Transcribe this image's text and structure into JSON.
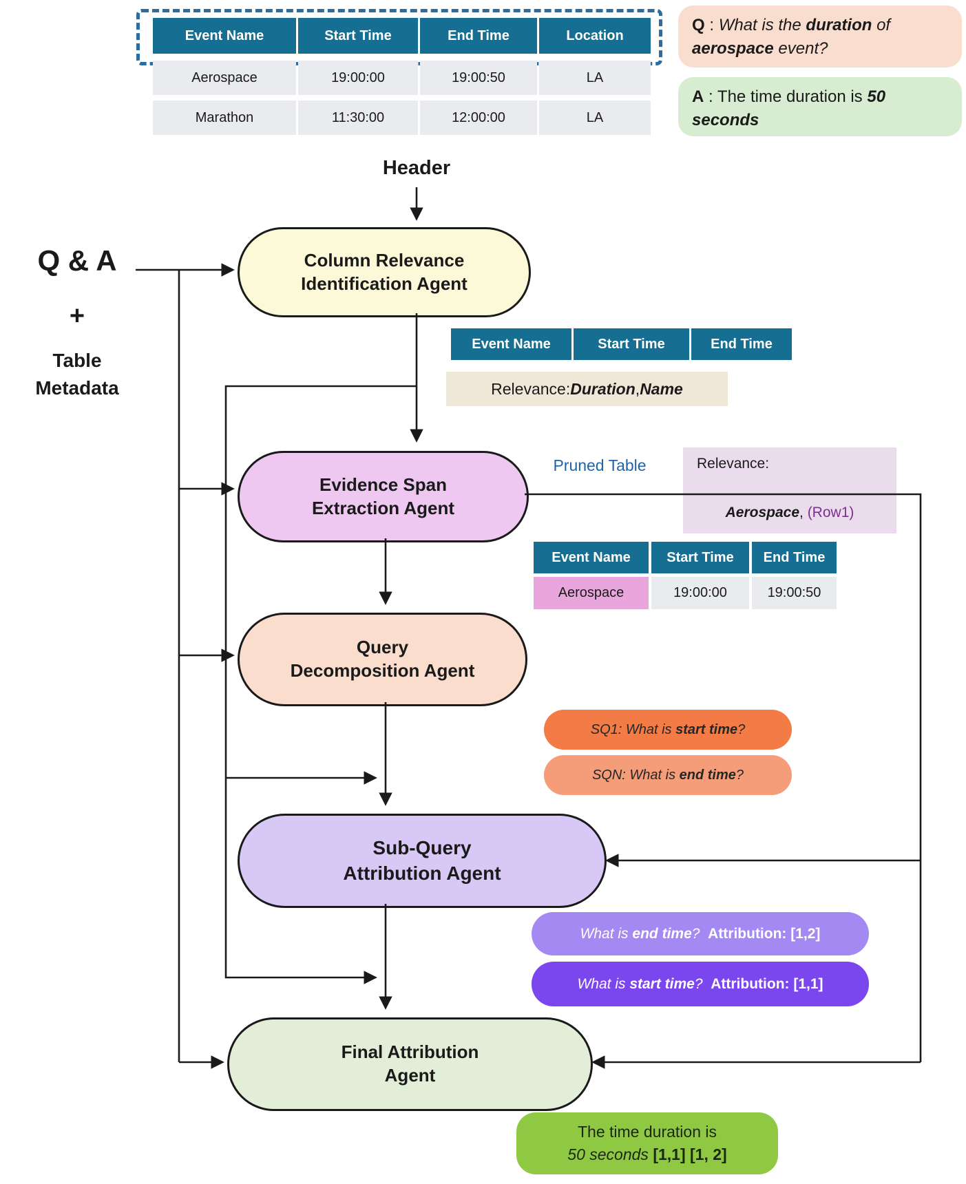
{
  "colors": {
    "table_header": "#176E93",
    "table_cell": "#E9EBEE",
    "dashed_outline": "#2C6DA1",
    "question_bubble": "#F9DED0",
    "answer_bubble": "#D8ECD2",
    "column_agent": "#FCF9D8",
    "evidence_agent": "#EFC8F2",
    "query_agent": "#FADDCD",
    "subquery_agent": "#D7C8F6",
    "final_agent": "#E2EED8",
    "relevance_tan": "#EFE8D9",
    "relevance_purple": "#EADCEC",
    "pruned_row_highlight": "#E9A6DC",
    "sq1_pill": "#F37B45",
    "sqn_pill": "#F59C78",
    "attr_pill_light": "#A489F2",
    "attr_pill_dark": "#7C46EE",
    "result_green": "#8FC843",
    "pruned_table_label": "#2065A8",
    "row_ref": "#7B2F8E"
  },
  "input_table": {
    "headers": [
      "Event Name",
      "Start Time",
      "End Time",
      "Location"
    ],
    "rows": [
      [
        "Aerospace",
        "19:00:00",
        "19:00:50",
        "LA"
      ],
      [
        "Marathon",
        "11:30:00",
        "12:00:00",
        "LA"
      ]
    ]
  },
  "question": {
    "label": "Q",
    "sep": " : ",
    "seg1": "What is the ",
    "seg2": "duration",
    "seg3": " of ",
    "seg4": "aerospace",
    "seg5": " event?"
  },
  "answer": {
    "label": "A",
    "sep": " : ",
    "seg1": "The time duration is ",
    "seg2": "50 seconds"
  },
  "header_label": "Header",
  "input_label": {
    "line1": "Q & A",
    "plus": "+",
    "line2": "Table",
    "line3": "Metadata"
  },
  "agents": {
    "column": {
      "line1": "Column Relevance",
      "line2": "Identification Agent"
    },
    "evidence": {
      "line1": "Evidence Span",
      "line2": "Extraction Agent"
    },
    "query": {
      "line1": "Query",
      "line2": "Decomposition Agent"
    },
    "subquery": {
      "line1": "Sub-Query",
      "line2": "Attribution Agent"
    },
    "final": {
      "line1": "Final Attribution",
      "line2": "Agent"
    }
  },
  "column_output": {
    "headers": [
      "Event Name",
      "Start Time",
      "End Time"
    ],
    "relevance_prefix": "Relevance: ",
    "rel1": "Duration",
    "comma": ", ",
    "rel2": "Name"
  },
  "evidence_output": {
    "pruned_label": "Pruned Table",
    "relevance_prefix": "Relevance:",
    "row_ref_name": "Aerospace",
    "row_ref_sep": ", ",
    "row_ref": "(Row1)",
    "table": {
      "headers": [
        "Event Name",
        "Start Time",
        "End Time"
      ],
      "row": [
        "Aerospace",
        "19:00:00",
        "19:00:50"
      ]
    }
  },
  "subqueries": {
    "sq1": {
      "prefix": "SQ1: What is ",
      "bold": "start time",
      "suffix": "?"
    },
    "sqn": {
      "prefix": "SQN: What is ",
      "bold": "end time",
      "suffix": "?"
    }
  },
  "attributions": {
    "a1": {
      "q_prefix": "What is ",
      "q_bold": "end time",
      "q_suffix": "?",
      "gap": "  ",
      "label": "Attribution: [1,2]"
    },
    "a2": {
      "q_prefix": "What is ",
      "q_bold": "start time",
      "q_suffix": "?",
      "gap": "  ",
      "label": "Attribution: [1,1]"
    }
  },
  "result": {
    "line1": "The time duration is",
    "italic": "50 seconds",
    "refs": " [1,1] [1, 2]"
  }
}
